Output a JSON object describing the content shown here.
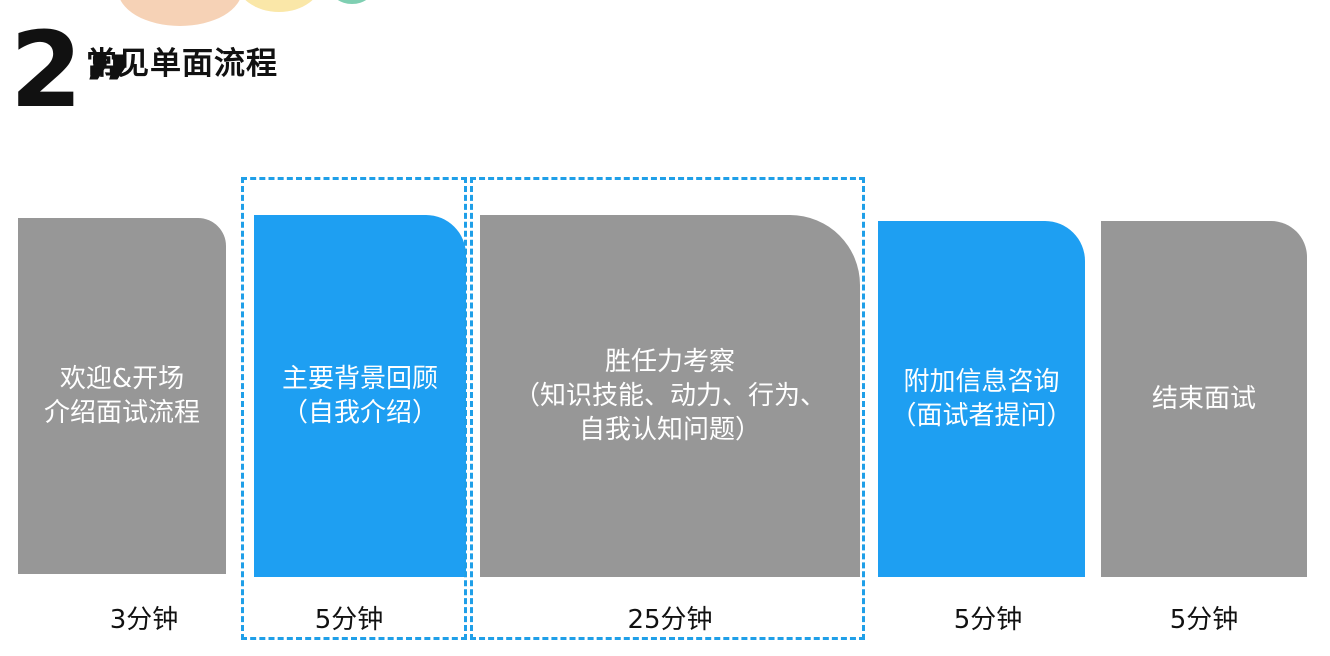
{
  "header": {
    "number": "2",
    "quote_mark": "”",
    "title": "常见单面流程"
  },
  "stages": [
    {
      "text": "欢迎&开场\n介绍面试流程",
      "duration": "3分钟",
      "color": "#979797"
    },
    {
      "text": "主要背景回顾\n（自我介绍）",
      "duration": "5分钟",
      "color": "#1e9ff2"
    },
    {
      "text": "胜任力考察\n（知识技能、动力、行为、\n自我认知问题）",
      "duration": "25分钟",
      "color": "#979797"
    },
    {
      "text": "附加信息咨询\n（面试者提问）",
      "duration": "5分钟",
      "color": "#1e9ff2"
    },
    {
      "text": "结束面试",
      "duration": "5分钟",
      "color": "#979797"
    }
  ],
  "colors": {
    "gray": "#979797",
    "blue": "#1e9ff2",
    "dashed_border": "#1f9fe8"
  }
}
